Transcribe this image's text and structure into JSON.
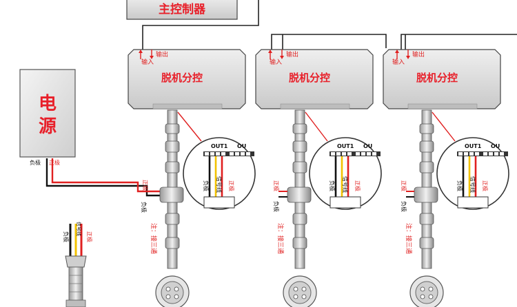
{
  "main_controller": {
    "label": "主控制器"
  },
  "power_supply": {
    "char1": "电",
    "char2": "源",
    "negative": "负极",
    "positive": "正极"
  },
  "controllers": [
    {
      "label": "脱机分控",
      "input": "输入",
      "output": "输出"
    },
    {
      "label": "脱机分控",
      "input": "输入",
      "output": "输出"
    },
    {
      "label": "脱机分控",
      "input": "输入",
      "output": "输出"
    }
  ],
  "callout": {
    "port": "OUT1",
    "port_next": "OU",
    "negative": "负极",
    "signal": "信号线",
    "positive": "正极"
  },
  "cable": {
    "negative": "负极",
    "positive": "正极",
    "note": "注：接三通"
  },
  "legend_connector": {
    "negative": "负极",
    "signal": "信号线",
    "positive": "正极"
  },
  "colors": {
    "red": "#e02020",
    "yellow": "#f2c200",
    "black": "#111111",
    "box_gray": "#d6d6d6",
    "label_red": "#e8202a"
  }
}
